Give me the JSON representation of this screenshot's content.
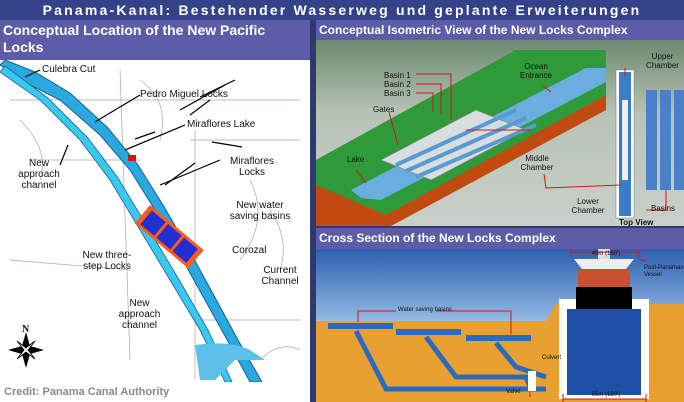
{
  "title": "Panama-Kanal: Bestehender Wasserweg und geplante Erweiterungen",
  "left_panel": {
    "header": "Conceptual Location of the New Pacific Locks",
    "labels": {
      "culebra_cut": "Culebra Cut",
      "pedro_miguel": "Pedro Miguel Locks",
      "miraflores_lake": "Miraflores Lake",
      "miraflores_locks": "Miraflores Locks",
      "new_approach_1": "New approach channel",
      "new_water_basins": "New water saving basins",
      "corozal": "Corozal",
      "new_three_step": "New three-step Locks",
      "current_channel": "Current Channel",
      "new_approach_2": "New approach channel",
      "north": "N"
    },
    "credit": "Credit: Panama Canal Authority"
  },
  "iso_panel": {
    "header": "Conceptual Isometric View of the New Locks Complex",
    "labels": {
      "basin1": "Basin 1",
      "basin2": "Basin 2",
      "basin3": "Basin 3",
      "gates": "Gates",
      "lake": "Lake",
      "ocean": "Ocean Entrance",
      "middle": "Middle Chamber",
      "upper": "Upper Chamber",
      "lower": "Lower Chamber",
      "basins": "Basins",
      "top_view": "Top View"
    }
  },
  "cross_panel": {
    "header": "Cross Section of the New Locks Complex",
    "labels": {
      "width_top": "49m (160')",
      "vessel": "Post-Panamax Vessel",
      "water_basins": "Water saving basins",
      "culvert": "Culvert",
      "valve": "Valve",
      "width_bottom": "55m (180')"
    }
  },
  "colors": {
    "header": "#5d5ca8",
    "water": "#2aa8e0",
    "land": "#2e9a3a",
    "soil": "#e8a030"
  }
}
